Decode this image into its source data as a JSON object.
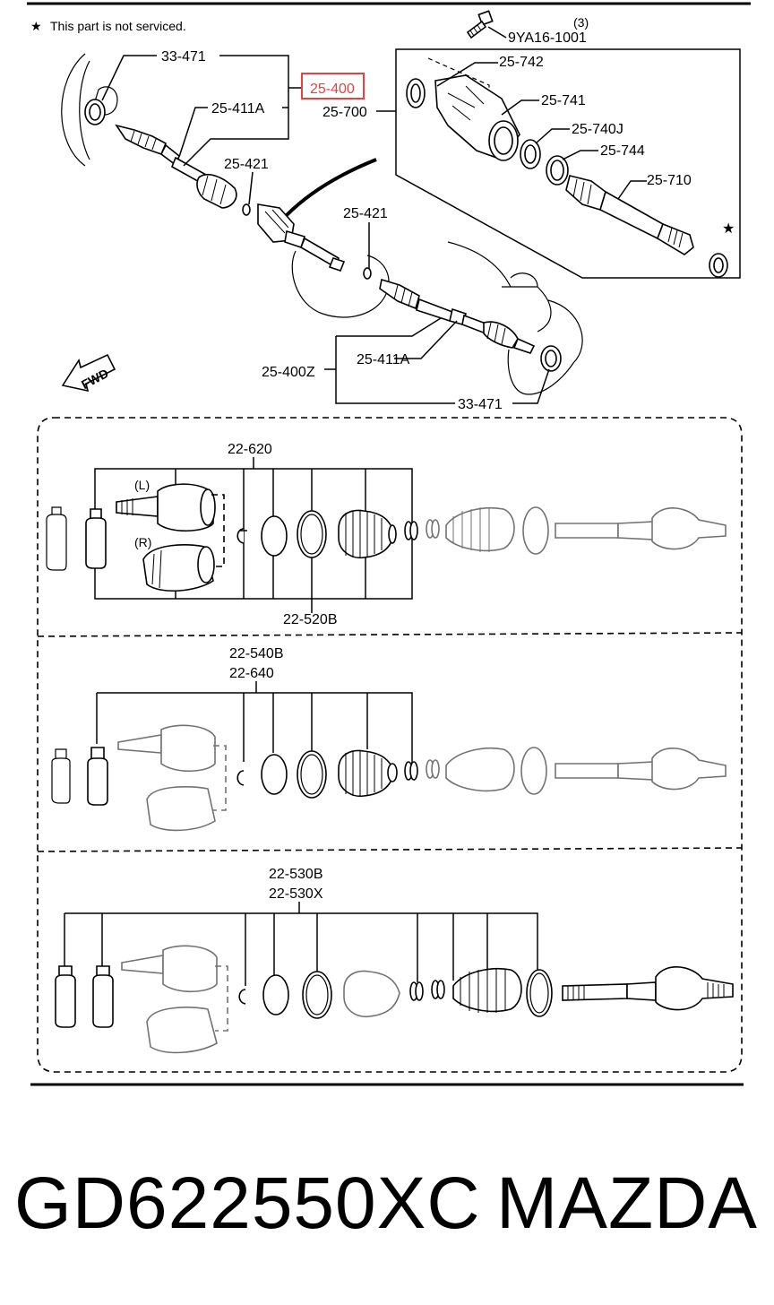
{
  "note": {
    "star": "★",
    "text": "This part is not serviced."
  },
  "labels": {
    "bolt": "9YA16-1001",
    "bolt_qty": "(3)",
    "seal_left": "33-471",
    "seal_right": "33-471",
    "shaft_assy": "25-400",
    "shaft_assy_z": "25-400Z",
    "joint_left": "25-411A",
    "joint_right": "25-411A",
    "clip_a": "25-421",
    "clip_b": "25-421",
    "intermediate": "25-700",
    "bracket_seal": "25-742",
    "bracket": "25-741",
    "bearing": "25-740J",
    "snap": "25-744",
    "inter_shaft": "25-710",
    "kit1": "22-620",
    "kit1_sub": "22-520B",
    "side_l": "(L)",
    "side_r": "(R)",
    "kit2_a": "22-540B",
    "kit2_b": "22-640",
    "kit3_a": "22-530B",
    "kit3_b": "22-530X",
    "fwd": "FWD"
  },
  "footer": {
    "part_number": "GD622550XC",
    "brand": "MAZDA"
  },
  "colors": {
    "highlight": "#e8423f",
    "ink": "#000000"
  }
}
